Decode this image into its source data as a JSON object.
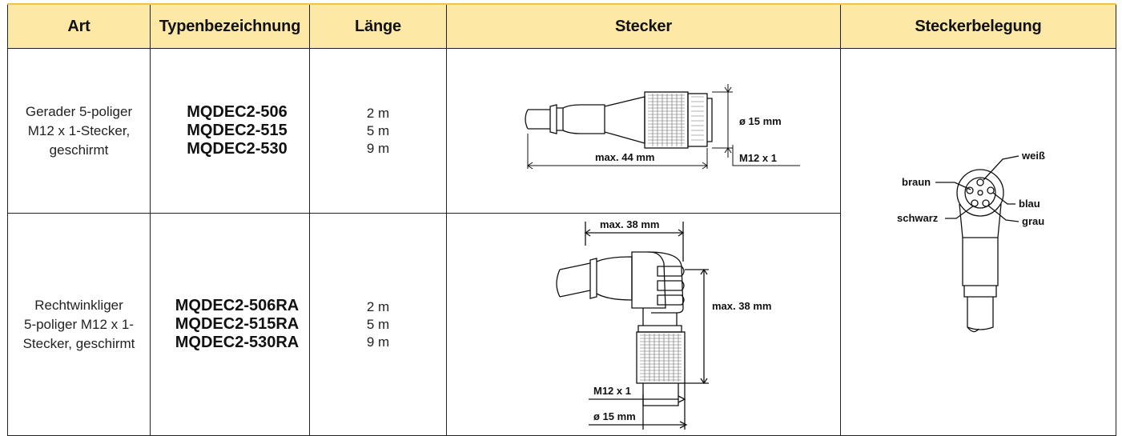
{
  "header": {
    "art": "Art",
    "typ": "Typenbezeichnung",
    "laenge": "Länge",
    "stecker": "Stecker",
    "belegung": "Steckerbelegung"
  },
  "rows": [
    {
      "art": [
        "Gerader 5-poliger",
        "M12 x 1-Stecker,",
        "geschirmt"
      ],
      "types": [
        "MQDEC2-506",
        "MQDEC2-515",
        "MQDEC2-530"
      ],
      "lengths": [
        "2 m",
        "5 m",
        "9 m"
      ],
      "dims": {
        "diameter": "ø 15 mm",
        "length": "max. 44 mm",
        "thread": "M12 x 1"
      }
    },
    {
      "art": [
        "Rechtwinkliger",
        "5-poliger M12 x 1-",
        "Stecker, geschirmt"
      ],
      "types": [
        "MQDEC2-506RA",
        "MQDEC2-515RA",
        "MQDEC2-530RA"
      ],
      "lengths": [
        "2 m",
        "5 m",
        "9 m"
      ],
      "dims": {
        "width": "max. 38 mm",
        "height": "max. 38 mm",
        "thread": "M12 x 1",
        "diameter": "ø 15 mm"
      }
    }
  ],
  "pinout": {
    "labels": {
      "weiss": "weiß",
      "braun": "braun",
      "blau": "blau",
      "schwarz": "schwarz",
      "grau": "grau"
    }
  },
  "colors": {
    "header_bg": "#fde8a6",
    "header_border": "#f2c14e",
    "grid": "#222222"
  }
}
